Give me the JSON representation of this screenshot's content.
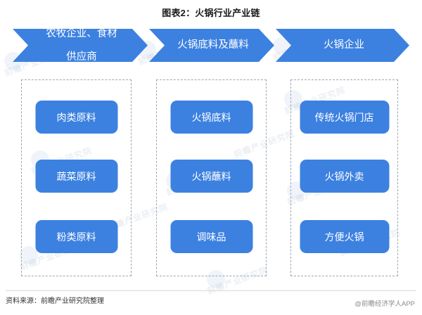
{
  "title": "图表2：火锅行业产业链",
  "stages": [
    {
      "name": "upstream",
      "label": "农牧企业、食材供应商",
      "lines": [
        "农牧企业、食材",
        "供应商"
      ]
    },
    {
      "name": "midstream",
      "label": "火锅底料及蘸料",
      "lines": [
        "火锅底料及蘸料"
      ]
    },
    {
      "name": "downstream",
      "label": "火锅企业",
      "lines": [
        "火锅企业"
      ]
    }
  ],
  "columns": [
    {
      "name": "upstream-items",
      "items": [
        "肉类原料",
        "蔬菜原料",
        "粉类原料"
      ]
    },
    {
      "name": "midstream-items",
      "items": [
        "火锅底料",
        "火锅蘸料",
        "调味品"
      ]
    },
    {
      "name": "downstream-items",
      "items": [
        "传统火锅门店",
        "火锅外卖",
        "方便火锅"
      ]
    }
  ],
  "footer": {
    "source": "资料来源：前瞻产业研究院整理",
    "attribution": "@前瞻经济学人APP"
  },
  "watermark": {
    "text": "前瞻产业研究院"
  },
  "colors": {
    "accent_blue": "#3c81e0",
    "chevron_blue": "#3c81e0",
    "dashed_border": "#9aa7b4",
    "title_text": "#1a1a1a",
    "node_text": "#ffffff",
    "footer_text": "#333333",
    "attribution_text": "#8a8a8a",
    "background": "#ffffff"
  }
}
